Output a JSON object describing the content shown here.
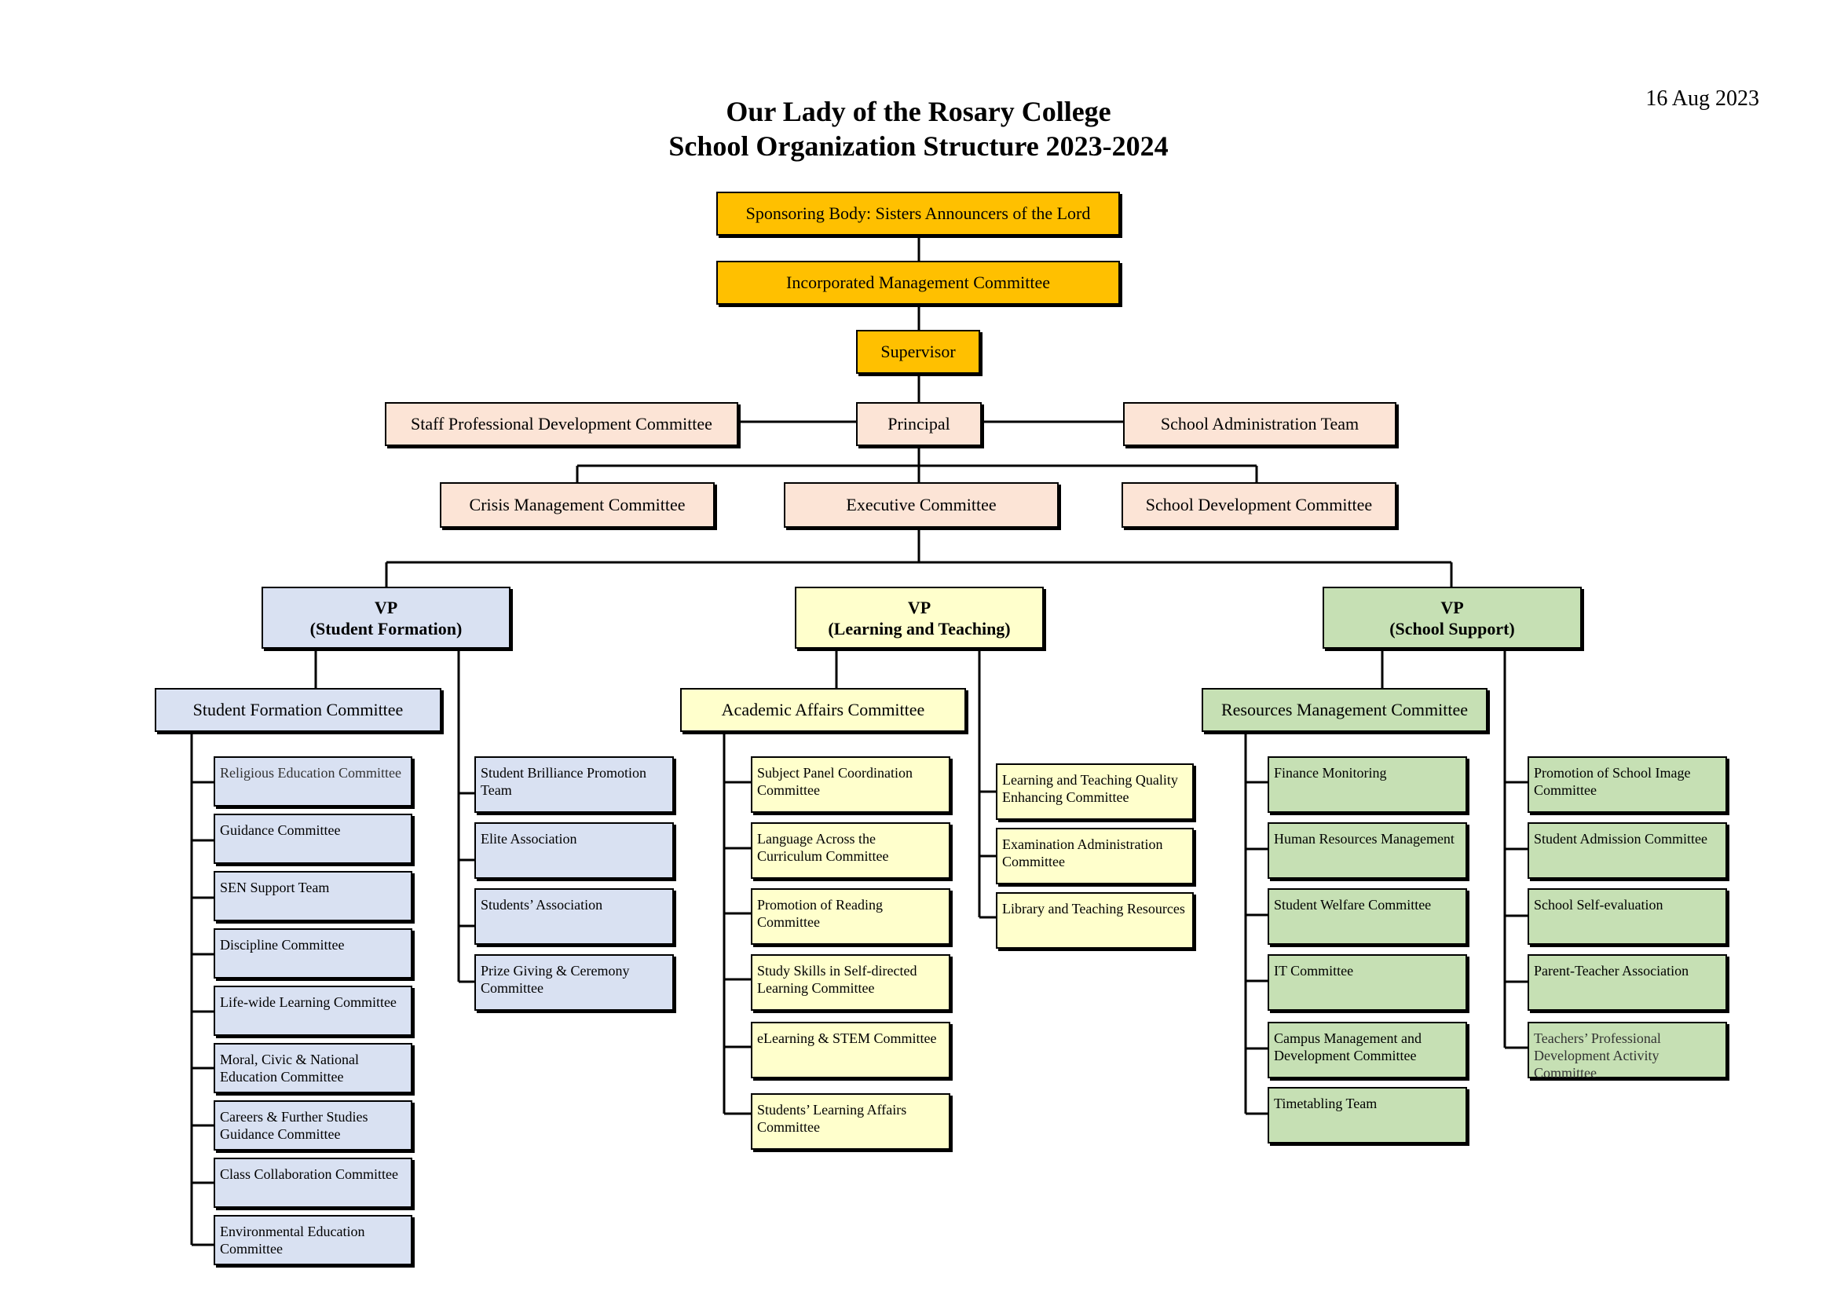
{
  "header": {
    "title_line1": "Our Lady of the Rosary College",
    "title_line2": "School Organization Structure 2023-2024",
    "date": "16 Aug 2023"
  },
  "colors": {
    "top": "#ffc000",
    "admin": "#fce4d6",
    "student_formation": "#d9e1f2",
    "learning_teaching": "#ffffcc",
    "school_support": "#c6e0b4"
  },
  "top": {
    "sponsoring_body": "Sponsoring Body: Sisters Announcers of the Lord",
    "imc": "Incorporated Management Committee",
    "supervisor": "Supervisor",
    "principal": "Principal",
    "staff_pd": "Staff Professional Development Committee",
    "school_admin": "School Administration Team",
    "crisis": "Crisis Management Committee",
    "executive": "Executive Committee",
    "school_dev": "School Development Committee"
  },
  "branches": {
    "student_formation": {
      "vp_line1": "VP",
      "vp_line2": "(Student Formation)",
      "committee": "Student Formation Committee",
      "left_items": [
        "Religious Education Committee",
        "Guidance Committee",
        "SEN Support Team",
        "Discipline Committee",
        "Life-wide Learning Committee",
        "Moral, Civic & National Education Committee",
        "Careers & Further Studies Guidance Committee",
        "Class Collaboration Committee",
        "Environmental Education Committee"
      ],
      "right_items": [
        "Student Brilliance Promotion Team",
        "Elite Association",
        "Students’ Association",
        "Prize Giving & Ceremony Committee"
      ]
    },
    "learning_teaching": {
      "vp_line1": "VP",
      "vp_line2": "(Learning and Teaching)",
      "committee": "Academic Affairs Committee",
      "left_items": [
        "Subject Panel Coordination Committee",
        "Language Across the Curriculum Committee",
        "Promotion of Reading Committee",
        "Study Skills in Self-directed Learning Committee",
        "eLearning & STEM Committee",
        "Students’ Learning Affairs Committee"
      ],
      "right_items": [
        "Learning and Teaching Quality Enhancing Committee",
        "Examination Administration Committee",
        "Library and Teaching Resources"
      ]
    },
    "school_support": {
      "vp_line1": "VP",
      "vp_line2": "(School Support)",
      "committee": "Resources Management Committee",
      "left_items": [
        "Finance Monitoring",
        "Human Resources Management",
        "Student Welfare Committee",
        "IT Committee",
        "Campus Management and Development Committee",
        "Timetabling Team"
      ],
      "right_items": [
        "Promotion of School Image Committee",
        "Student Admission Committee",
        "School Self-evaluation",
        "Parent-Teacher Association",
        "Teachers’ Professional Development Activity Committee"
      ]
    }
  }
}
